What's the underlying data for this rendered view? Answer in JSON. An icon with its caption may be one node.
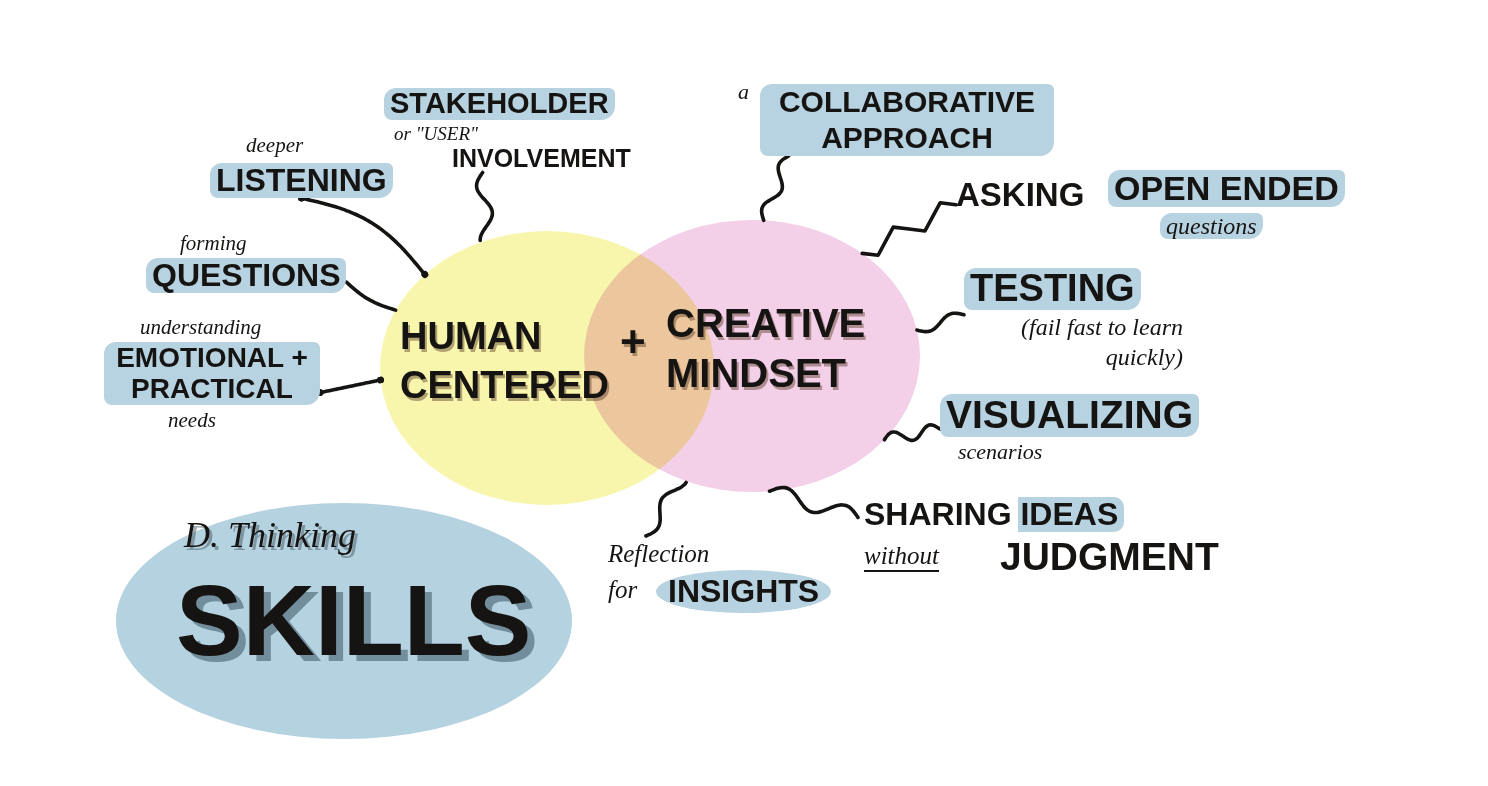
{
  "diagram": {
    "nodes": [
      {
        "text": [
          "HUMAN CENTERED"
        ]
      },
      {
        "text": [
          "CREATIVE MINDSET"
        ]
      },
      {
        "text": [
          "deeper",
          "LISTENING"
        ]
      },
      {
        "text": [
          "forming",
          "QUESTIONS"
        ]
      },
      {
        "text": [
          "understanding",
          "EMOTIONAL + PRACTICAL",
          "needs"
        ]
      },
      {
        "text": [
          "STAKEHOLDER",
          "or \"USER\"",
          "INVOLVEMENT"
        ]
      },
      {
        "text": [
          "a",
          "COLLABORATIVE APPROACH"
        ]
      },
      {
        "text": [
          "ASKING",
          "OPEN ENDED",
          "questions"
        ]
      },
      {
        "text": [
          "TESTING",
          "(fail fast to learn quickly)"
        ]
      },
      {
        "text": [
          "VISUALIZING",
          "scenarios"
        ]
      },
      {
        "text": [
          "Reflection for",
          "INSIGHTS"
        ]
      },
      {
        "text": [
          "SHARING IDEAS",
          "without",
          "JUDGMENT"
        ]
      },
      {
        "text": [
          "D. Thinking",
          "SKILLS"
        ]
      }
    ],
    "edges": [
      {
        "from": 2,
        "to": 0,
        "arrow": "other"
      },
      {
        "from": 3,
        "to": 0,
        "arrow": "none"
      },
      {
        "from": 4,
        "to": 0,
        "arrow": "other"
      },
      {
        "from": 5,
        "to": 0,
        "arrow": "none"
      },
      {
        "from": 6,
        "to": 1,
        "arrow": "none"
      },
      {
        "from": 7,
        "to": 1,
        "arrow": "none"
      },
      {
        "from": 8,
        "to": 1,
        "arrow": "none"
      },
      {
        "from": 9,
        "to": 1,
        "arrow": "none"
      },
      {
        "from": 10,
        "to": 1,
        "arrow": "none"
      },
      {
        "from": 11,
        "to": 1,
        "arrow": "none"
      }
    ],
    "labels": [
      "+"
    ]
  }
}
